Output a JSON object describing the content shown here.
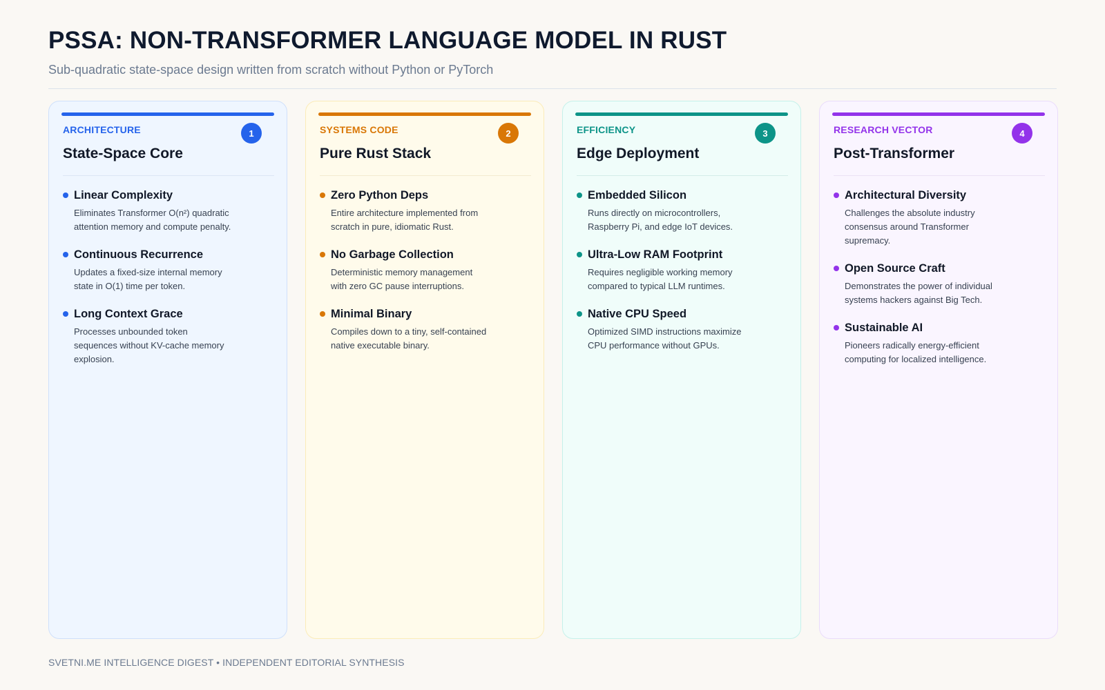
{
  "header": {
    "title": "PSSA: NON-TRANSFORMER LANGUAGE MODEL IN RUST",
    "subtitle": "Sub-quadratic state-space design written from scratch without Python or PyTorch"
  },
  "cards": [
    {
      "kicker": "ARCHITECTURE",
      "number": "1",
      "title": "State-Space Core",
      "accent": "#2563eb",
      "bg": "#eff6ff",
      "border": "#cfe0fb",
      "rule": "#dbe6f5",
      "items": [
        {
          "title": "Linear Complexity",
          "desc": "Eliminates Transformer O(n²) quadratic attention memory and compute penalty."
        },
        {
          "title": "Continuous Recurrence",
          "desc": "Updates a fixed-size internal memory state in O(1) time per token."
        },
        {
          "title": "Long Context Grace",
          "desc": "Processes unbounded token sequences without KV-cache memory explosion."
        }
      ]
    },
    {
      "kicker": "SYSTEMS CODE",
      "number": "2",
      "title": "Pure Rust Stack",
      "accent": "#d97706",
      "bg": "#fffbeb",
      "border": "#fbecb8",
      "rule": "#f3ead0",
      "items": [
        {
          "title": "Zero Python Deps",
          "desc": "Entire architecture implemented from scratch in pure, idiomatic Rust."
        },
        {
          "title": "No Garbage Collection",
          "desc": "Deterministic memory management with zero GC pause interruptions."
        },
        {
          "title": "Minimal Binary",
          "desc": "Compiles down to a tiny, self-contained native executable binary."
        }
      ]
    },
    {
      "kicker": "EFFICIENCY",
      "number": "3",
      "title": "Edge Deployment",
      "accent": "#0d9488",
      "bg": "#f0fdfa",
      "border": "#c5f1ea",
      "rule": "#d3ece8",
      "items": [
        {
          "title": "Embedded Silicon",
          "desc": "Runs directly on microcontrollers, Raspberry Pi, and edge IoT devices."
        },
        {
          "title": "Ultra-Low RAM Footprint",
          "desc": "Requires negligible working memory compared to typical LLM runtimes."
        },
        {
          "title": "Native CPU Speed",
          "desc": "Optimized SIMD instructions maximize CPU performance without GPUs."
        }
      ]
    },
    {
      "kicker": "RESEARCH VECTOR",
      "number": "4",
      "title": "Post-Transformer",
      "accent": "#9333ea",
      "bg": "#faf5ff",
      "border": "#eadcfb",
      "rule": "#ebe2f5",
      "items": [
        {
          "title": "Architectural Diversity",
          "desc": "Challenges the absolute industry consensus around Transformer supremacy."
        },
        {
          "title": "Open Source Craft",
          "desc": "Demonstrates the power of individual systems hackers against Big Tech."
        },
        {
          "title": "Sustainable AI",
          "desc": "Pioneers radically energy-efficient computing for localized intelligence."
        }
      ]
    }
  ],
  "footer": {
    "text": "SVETNI.ME INTELLIGENCE DIGEST • INDEPENDENT EDITORIAL SYNTHESIS"
  }
}
